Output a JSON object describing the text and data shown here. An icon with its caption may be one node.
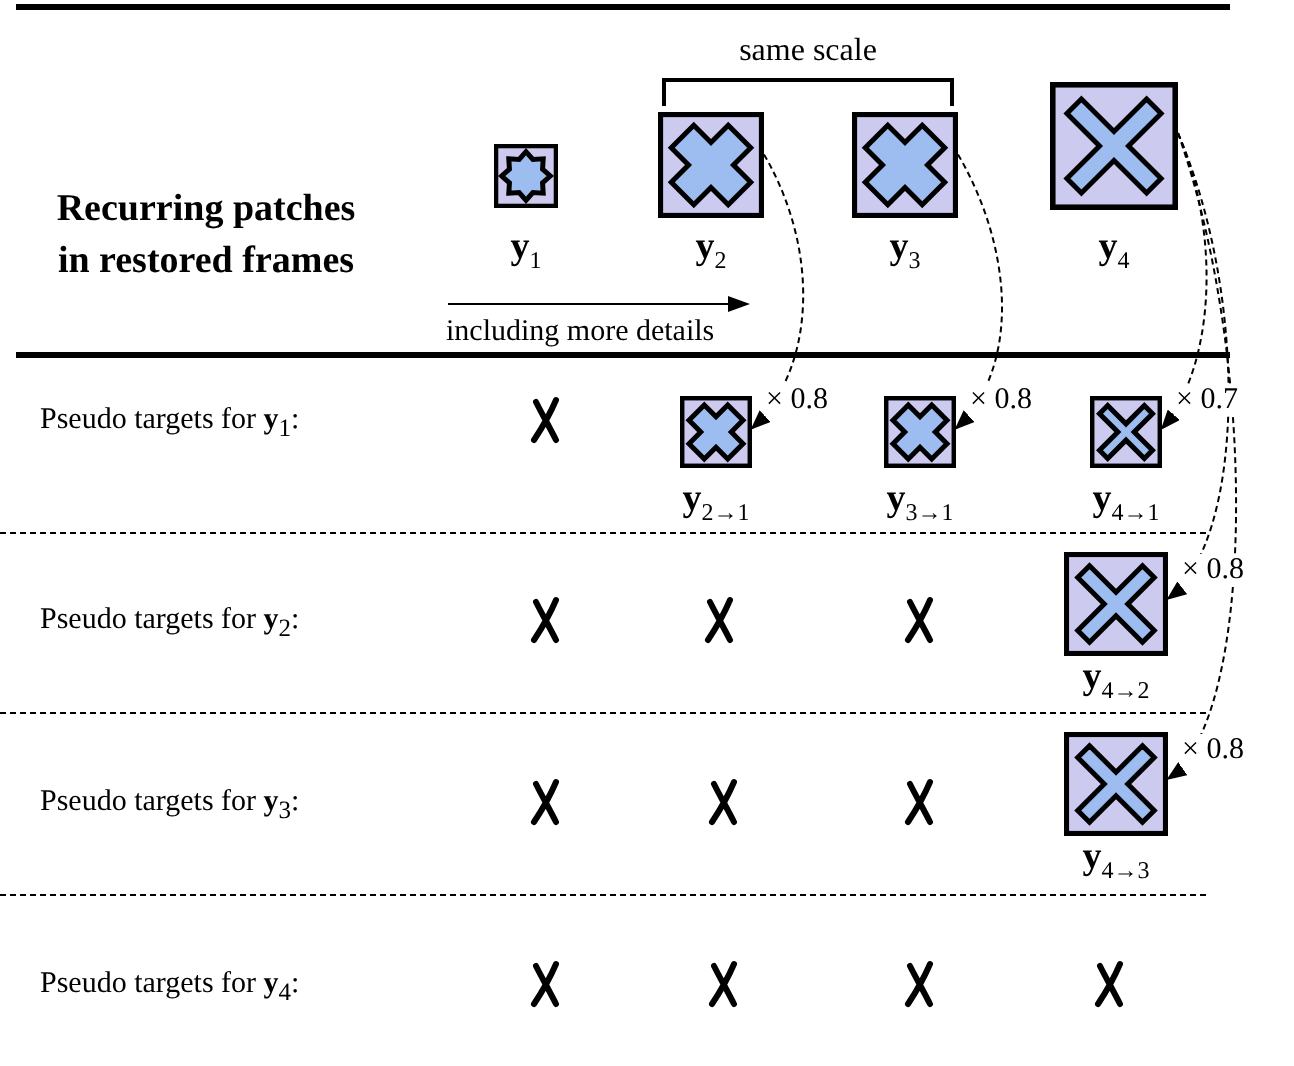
{
  "diagram": {
    "nodes": [
      {
        "text": [
          "**y**$_{1}$"
        ]
      },
      {
        "text": [
          "**y**$_{2}$"
        ]
      },
      {
        "text": [
          "**y**$_{3}$"
        ]
      },
      {
        "text": [
          "**y**$_{4}$"
        ]
      },
      {
        "text": [
          "**y**$_{2→1}$"
        ]
      },
      {
        "text": [
          "**y**$_{3→1}$"
        ]
      },
      {
        "text": [
          "**y**$_{4→1}$"
        ]
      },
      {
        "text": [
          "**y**$_{4→2}$"
        ]
      },
      {
        "text": [
          "**y**$_{4→3}$"
        ]
      }
    ],
    "edges": [
      {
        "from": 1,
        "to": 4,
        "arrow": "to",
        "label": "× 0.8",
        "style": "dashed"
      },
      {
        "from": 2,
        "to": 5,
        "arrow": "to",
        "label": "× 0.8",
        "style": "dashed"
      },
      {
        "from": 3,
        "to": 6,
        "arrow": "to",
        "label": "× 0.7",
        "style": "dashed"
      },
      {
        "from": 3,
        "to": 7,
        "arrow": "to",
        "label": "× 0.8",
        "style": "dashed"
      },
      {
        "from": 3,
        "to": 8,
        "arrow": "to",
        "label": "× 0.8",
        "style": "dashed"
      }
    ],
    "labels": [
      "same scale",
      "Recurring patches in restored frames",
      "including more details",
      "Pseudo targets for **y**$_{1}$:",
      "Pseudo targets for **y**$_{2}$:",
      "Pseudo targets for **y**$_{3}$:",
      "Pseudo targets for **y**$_{4}$:"
    ]
  }
}
